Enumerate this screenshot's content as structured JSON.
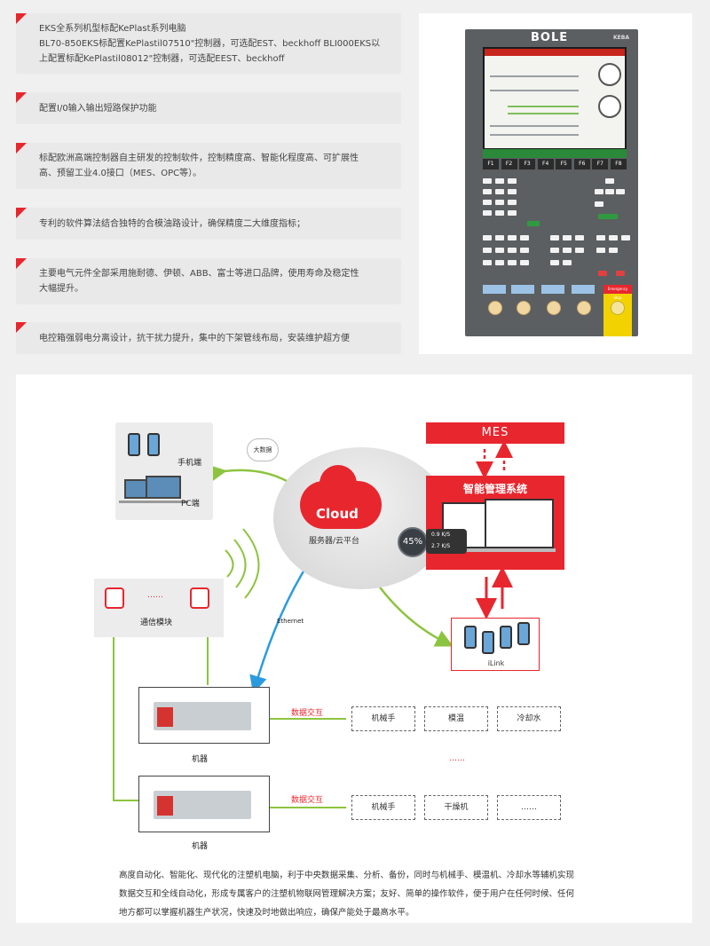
{
  "features": [
    {
      "lines": [
        "EKS全系列机型标配KePlast系列电脑",
        "BL70-850EKS标配置KePlastil07510\"控制器，可选配EST、beckhoff BLI000EKS以",
        "上配置标配KePlastil08012\"控制器，可选配EEST、beckhoff"
      ]
    },
    {
      "lines": [
        "配置I/0输入输出短路保护功能"
      ]
    },
    {
      "lines": [
        "标配欧洲高端控制器自主研发的控制软件，控制精度高、智能化程度高、可扩展性",
        "高、预留工业4.0接口（MES、OPC等）。"
      ]
    },
    {
      "lines": [
        "专利的软件算法结合独特的合模油路设计，确保精度二大维度指标；"
      ]
    },
    {
      "lines": [
        "主要电气元件全部采用施耐德、伊顿、ABB、富士等进口品牌，使用寿命及稳定性",
        "大幅提升。"
      ]
    },
    {
      "lines": [
        "电控箱强弱电分离设计，抗干扰力提升，集中的下架管线布局，安装维护超方便"
      ]
    }
  ],
  "controller": {
    "brand": "BOLE",
    "brand2": "KEBA",
    "fkeys": [
      "F1",
      "F2",
      "F3",
      "F4",
      "F5",
      "F6",
      "F7",
      "F8"
    ],
    "estop_label": "Emergency Stop"
  },
  "diagram": {
    "mobile_label": "手机端",
    "pc_label": "PC端",
    "bigdata_label": "大数据",
    "cloud_label": "Cloud",
    "server_label": "服务器/云平台",
    "mes_label": "MES",
    "mgmt_label": "智能管理系统",
    "dial_value": "45%",
    "stats": [
      "0.9 K/S",
      "2.7 K/S"
    ],
    "ethernet_label": "Ethernet",
    "ilink_label": "iLink",
    "comm_dots": "……",
    "comm_label": "通信模块",
    "machine_label": "机器",
    "exchange_label": "数据交互",
    "row1": [
      "机械手",
      "模温",
      "冷却水"
    ],
    "row_mid_dots": "……",
    "row2": [
      "机械手",
      "干燥机",
      "……"
    ]
  },
  "description": "高度自动化、智能化、现代化的注塑机电脑，利于中央数据采集、分析、备份，同时与机械手、模温机、冷却水等辅机实现数据交互和全线自动化，形成专属客户的注塑机物联网管理解决方案；友好、简单的操作软件，便于用户在任何时候、任何地方都可以掌握机器生产状况，快速及时地做出响应，确保产能处于最高水平。",
  "colors": {
    "accent": "#e8262e",
    "card": "#e9e9e9",
    "link_green": "#8dc43f",
    "link_blue": "#2b9be0"
  }
}
